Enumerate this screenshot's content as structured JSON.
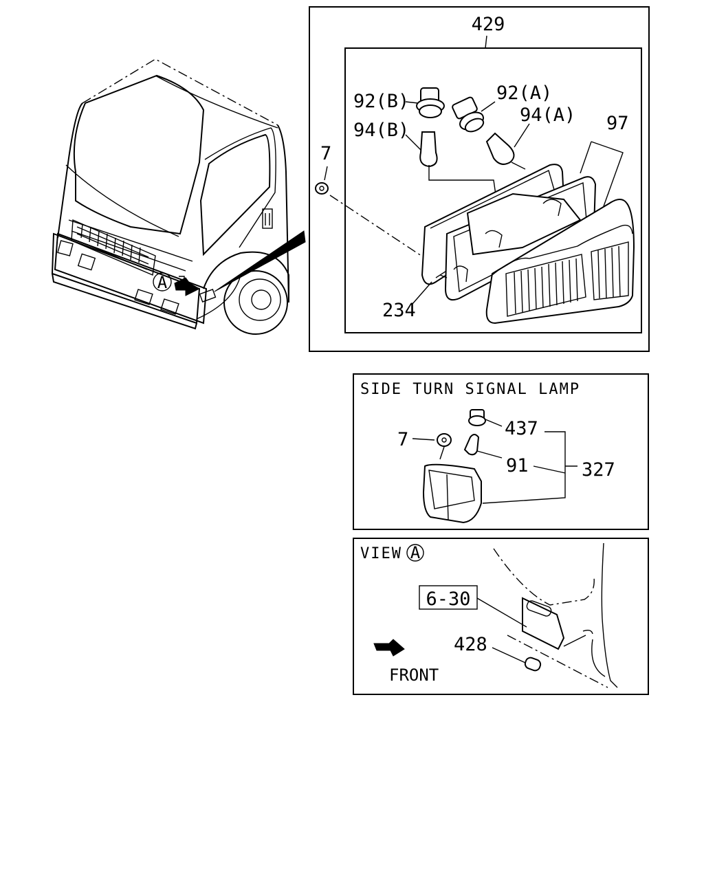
{
  "top_panel": {
    "assembly_label": "429",
    "parts": {
      "socket_b": "92(B)",
      "socket_a": "92(A)",
      "bulb_b": "94(B)",
      "bulb_a": "94(A)",
      "lens": "97",
      "nut": "7",
      "gasket": "234"
    }
  },
  "truck": {
    "view_marker": "A"
  },
  "side_turn_panel": {
    "title": "SIDE TURN SIGNAL LAMP",
    "parts": {
      "nut": "7",
      "socket": "437",
      "bulb": "91",
      "assembly": "327"
    }
  },
  "view_panel": {
    "title_prefix": "VIEW",
    "marker": "A",
    "ref_box": "6-30",
    "part": "428",
    "direction": "FRONT"
  }
}
